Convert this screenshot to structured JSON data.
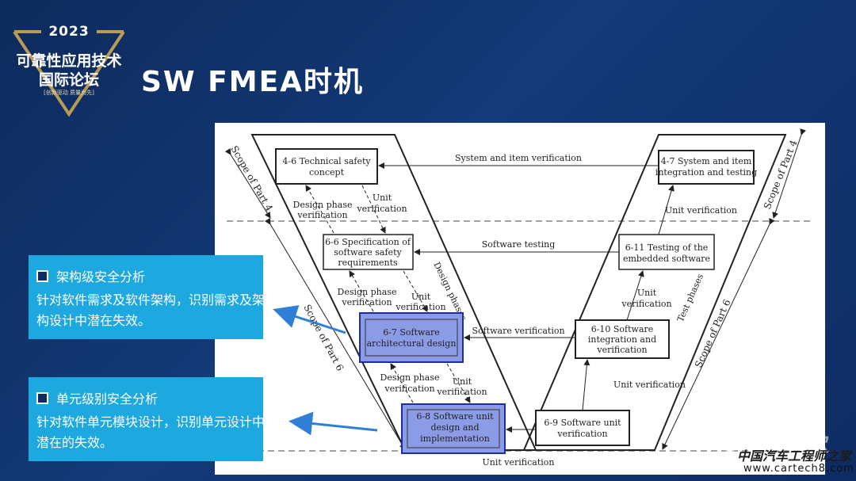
{
  "logo": {
    "year": "2023",
    "line1": "可靠性应用技术",
    "line2": "国际论坛",
    "tagline": "[创新驱动 质量为先]"
  },
  "title": "SW FMEA时机",
  "diagram": {
    "boxes": {
      "b46": [
        "4-6 Technical safety",
        "concept"
      ],
      "b47": [
        "4-7 System and item",
        "integration and testing"
      ],
      "b66": [
        "6-6 Specification of",
        "software safety",
        "requirements"
      ],
      "b611": [
        "6-11 Testing of the",
        "embedded software"
      ],
      "b67": [
        "6-7 Software",
        "architectural design"
      ],
      "b610": [
        "6-10 Software",
        "integration and",
        "verification"
      ],
      "b68": [
        "6-8 Software unit",
        "design and",
        "implementation"
      ],
      "b69": [
        "6-9 Software unit",
        "verification"
      ]
    },
    "labels": {
      "sys_item": "System and item verification",
      "sw_testing": "Software testing",
      "sw_verif": "Software verification",
      "unit_verif_bottom": "Unit verification",
      "unit_verif_r1": "Unit verification",
      "unit_verif_r2": [
        "Unit",
        "verification"
      ],
      "unit_verif_r3": "Unit verification",
      "dpv1": [
        "Design phase",
        "verification"
      ],
      "uv1": [
        "Unit",
        "verification"
      ],
      "dpv2": [
        "Design phase",
        "verification"
      ],
      "uv2": [
        "Unit",
        "verification"
      ],
      "dpv3": [
        "Design phase",
        "verification"
      ],
      "uv3": [
        "Unit",
        "verification"
      ],
      "design_phases": "Design phases",
      "test_phases": "Test phases",
      "scope4": "Scope of Part 4",
      "scope6": "Scope of Part 6"
    }
  },
  "callouts": [
    {
      "title": "架构级安全分析",
      "body": "针对软件需求及软件架构，识别需求及架构设计中潜在失效。"
    },
    {
      "title": "单元级别安全分析",
      "body": "针对软件单元模块设计，识别单元设计中潜在的失效。"
    }
  ],
  "watermark": {
    "brand": "同可工软",
    "site_cn": "中国汽车工程师之家",
    "url": "www.cartech8.com"
  },
  "colors": {
    "background": "#143a78",
    "callout": "#1ea8e0",
    "highlight": "#8c9be6",
    "gold": "#b89b55"
  }
}
